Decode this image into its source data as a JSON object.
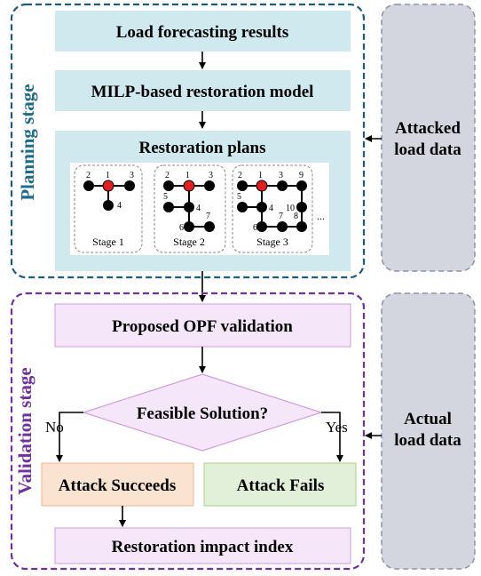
{
  "planning": {
    "stage_label": "Planning stage",
    "box1": "Load forecasting results",
    "box2": "MILP-based restoration model",
    "plans_title": "Restoration plans",
    "stages": [
      {
        "label": "Stage 1",
        "nodes": [
          "2",
          "1",
          "3",
          "4"
        ]
      },
      {
        "label": "Stage 2",
        "nodes": [
          "2",
          "1",
          "3",
          "5",
          "4",
          "7",
          "6"
        ]
      },
      {
        "label": "Stage 3",
        "nodes": [
          "2",
          "1",
          "3",
          "9",
          "5",
          "4",
          "10",
          "7",
          "8",
          "6"
        ],
        "ellipsis": "..."
      }
    ]
  },
  "validation": {
    "stage_label": "Validation stage",
    "opf": "Proposed OPF validation",
    "decision": "Feasible Solution?",
    "no_label": "No",
    "yes_label": "Yes",
    "success": "Attack Succeeds",
    "fail": "Attack Fails",
    "impact": "Restoration impact index"
  },
  "side": {
    "attacked_line1": "Attacked",
    "attacked_line2": "load data",
    "actual_line1": "Actual",
    "actual_line2": "load data"
  },
  "colors": {
    "planning_border": "#1f5a78",
    "validation_border": "#7030a0",
    "planning_box": "#cfe9ef",
    "validation_box": "#f6e6fa",
    "success_box": "#fbe3d1",
    "fail_box": "#e2f0d9",
    "side_panel": "#d3d6df",
    "active_node": "#e02020"
  }
}
